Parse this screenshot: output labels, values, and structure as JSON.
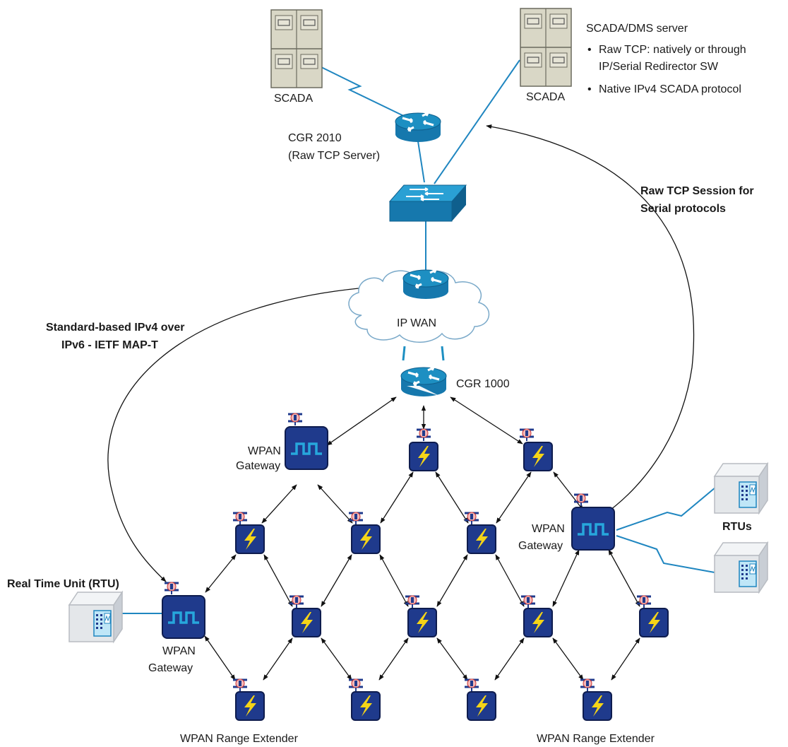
{
  "colors": {
    "cisco_blue": "#1d8fc2",
    "wpan_navy": "#1f3a8c",
    "bolt_yellow": "#f5d417",
    "link_blue": "#1f86c0",
    "arrow_black": "#111111",
    "server_beige": "#d9d7c6"
  },
  "labels": {
    "scada_left": "SCADA",
    "scada_right": "SCADA",
    "dms_title": "SCADA/DMS server",
    "dms_bullet1_line1": "Raw TCP: natively or through",
    "dms_bullet1_line2": "IP/Serial Redirector SW",
    "dms_bullet2": "Native IPv4 SCADA protocol",
    "cgr2010_line1": "CGR 2010",
    "cgr2010_line2": "(Raw TCP Server)",
    "raw_tcp_line1": "Raw TCP Session for",
    "raw_tcp_line2": "Serial protocols",
    "ipwan": "IP WAN",
    "cgr1000": "CGR 1000",
    "std_line1": "Standard-based IPv4 over",
    "std_line2": "IPv6 - IETF MAP-T",
    "wpan_gw1_line1": "WPAN",
    "wpan_gw1_line2": "Gateway",
    "wpan_gw2_line1": "WPAN",
    "wpan_gw2_line2": "Gateway",
    "wpan_gw3_line1": "WPAN",
    "wpan_gw3_line2": "Gateway",
    "rtus": "RTUs",
    "rtu_title": "Real Time Unit (RTU)",
    "range_ext_left": "WPAN Range Extender",
    "range_ext_right": "WPAN Range Extender"
  },
  "icons": {
    "server": "server-rack-icon",
    "router": "router-icon",
    "switch": "switch-icon",
    "cloud": "cloud-icon",
    "gateway": "wpan-gateway-icon",
    "extender": "range-extender-icon",
    "rtu": "rtu-device-icon"
  }
}
